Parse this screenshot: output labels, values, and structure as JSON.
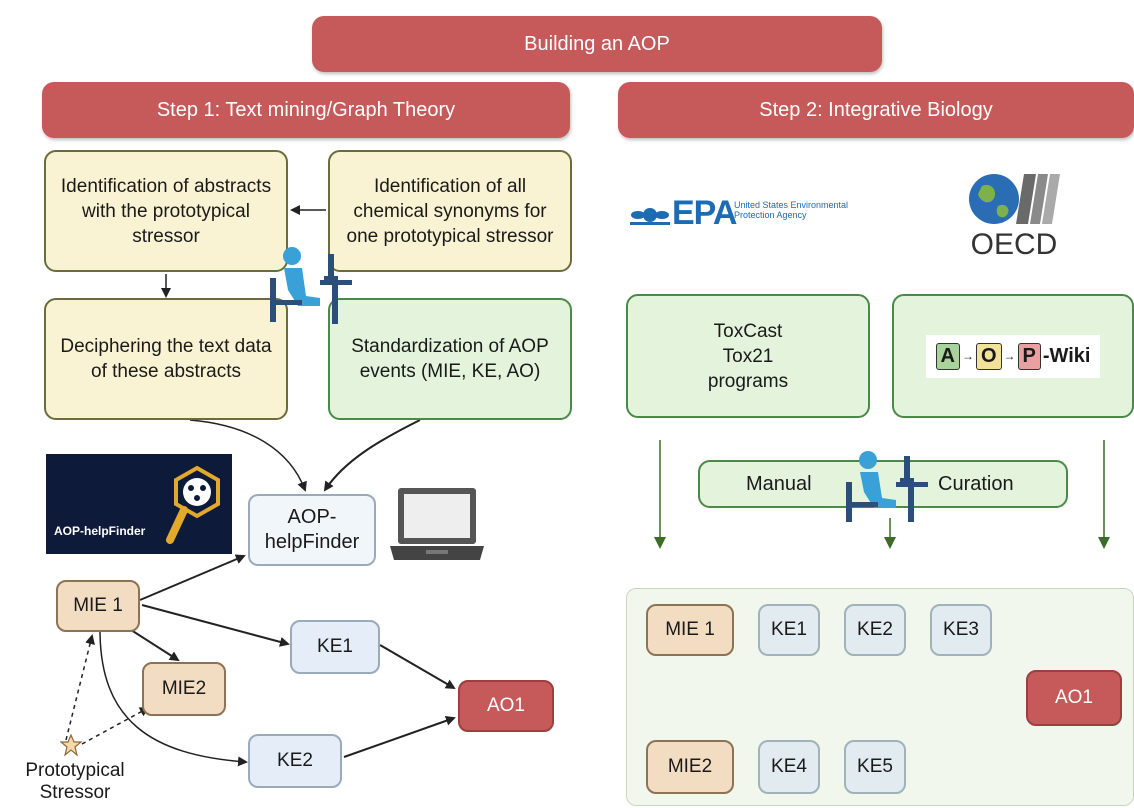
{
  "title": "Building an AOP",
  "step1": {
    "title": "Step 1: Text mining/Graph Theory",
    "box_abstracts": "Identification of abstracts with the prototypical stressor",
    "box_synonyms": "Identification of all chemical synonyms for one prototypical stressor",
    "box_deciphering": "Deciphering the text data of these abstracts",
    "box_standardization": "Standardization of AOP events (MIE, KE, AO)",
    "logo_text": "AOP-helpFinder",
    "tool_label": "AOP-helpFinder",
    "graph": {
      "mie1": "MIE 1",
      "mie2": "MIE2",
      "ke1": "KE1",
      "ke2": "KE2",
      "ao1": "AO1",
      "stressor": "Prototypical Stressor"
    }
  },
  "step2": {
    "title": "Step 2: Integrative Biology",
    "epa_logo": "EPA",
    "epa_subtext": "United States Environmental Protection Agency",
    "oecd_logo": "OECD",
    "box_toxcast": "ToxCast Tox21 programs",
    "aopwiki": {
      "a": "A",
      "o": "O",
      "p": "P",
      "suffix": "-Wiki"
    },
    "curation_left": "Manual",
    "curation_right": "Curation",
    "graph": {
      "mie1": "MIE 1",
      "mie2": "MIE2",
      "ke1": "KE1",
      "ke2": "KE2",
      "ke3": "KE3",
      "ke4": "KE4",
      "ke5": "KE5",
      "ao1": "AO1"
    }
  },
  "colors": {
    "banner": "#c65a5a",
    "yellow_box": "#faf3d3",
    "green_box": "#e3f3dc",
    "mie": "#f2dcc2",
    "ke": "#e5eef8",
    "ao": "#c65a5a",
    "epa_blue": "#1b6bb5"
  },
  "icons": [
    "person-at-computer-icon",
    "laptop-icon",
    "globe-icon",
    "star-icon",
    "magnifier-network-icon"
  ]
}
